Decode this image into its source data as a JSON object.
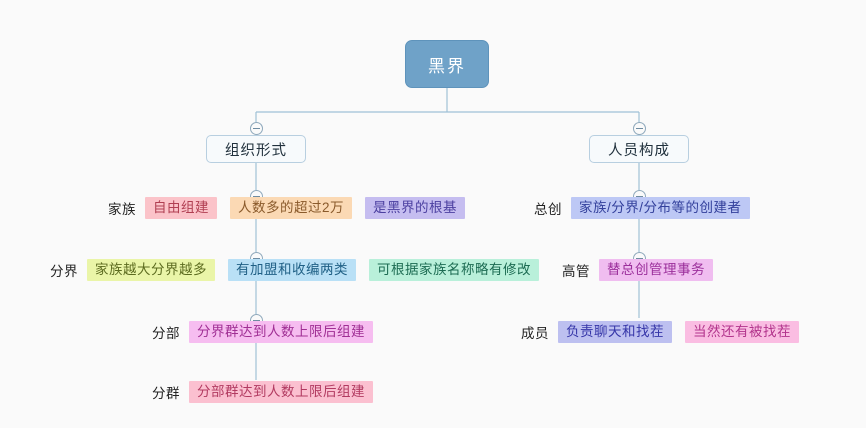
{
  "diagram": {
    "type": "mindmap",
    "background_color": "#fafafa",
    "root": {
      "label": "黑界",
      "fill_color": "#6fa2c8",
      "text_color": "#ffffff"
    },
    "branches": [
      {
        "id": "org",
        "label": "组织形式"
      },
      {
        "id": "ppl",
        "label": "人员构成"
      }
    ],
    "left_rows": [
      {
        "label": "家族",
        "tags": [
          {
            "text": "自由组建",
            "bg": "#fbc3c9",
            "fg": "#b03f52"
          },
          {
            "text": "人数多的超过2万",
            "bg": "#fbd9b4",
            "fg": "#8a5a2b"
          },
          {
            "text": "是黑界的根基",
            "bg": "#c5bdf0",
            "fg": "#4b3fa0"
          }
        ]
      },
      {
        "label": "分界",
        "tags": [
          {
            "text": "家族越大分界越多",
            "bg": "#eaf5a8",
            "fg": "#5c6b1f"
          },
          {
            "text": "有加盟和收编两类",
            "bg": "#b9e0f6",
            "fg": "#1f5f85"
          },
          {
            "text": "可根据家族名称略有修改",
            "bg": "#b9f0da",
            "fg": "#1c6b52"
          }
        ]
      },
      {
        "label": "分部",
        "tags": [
          {
            "text": "分界群达到人数上限后组建",
            "bg": "#f6bdf0",
            "fg": "#a02f94"
          }
        ]
      },
      {
        "label": "分群",
        "tags": [
          {
            "text": "分部群达到人数上限后组建",
            "bg": "#fbc0d0",
            "fg": "#b23a61"
          }
        ]
      }
    ],
    "right_rows": [
      {
        "label": "总创",
        "tags": [
          {
            "text": "家族/分界/分布等的创建者",
            "bg": "#bdc8f5",
            "fg": "#33409c"
          }
        ]
      },
      {
        "label": "高管",
        "tags": [
          {
            "text": "替总创管理事务",
            "bg": "#f0bdf0",
            "fg": "#9b2f9b"
          }
        ]
      },
      {
        "label": "成员",
        "tags": [
          {
            "text": "负责聊天和找茬",
            "bg": "#bdc0f0",
            "fg": "#3535a8"
          },
          {
            "text": "当然还有被找茬",
            "bg": "#fabde2",
            "fg": "#b2348c"
          }
        ]
      }
    ],
    "toggles": {
      "icon": "collapse-minus-icon",
      "count": 8
    },
    "wire_color": "#9fc0d6"
  }
}
